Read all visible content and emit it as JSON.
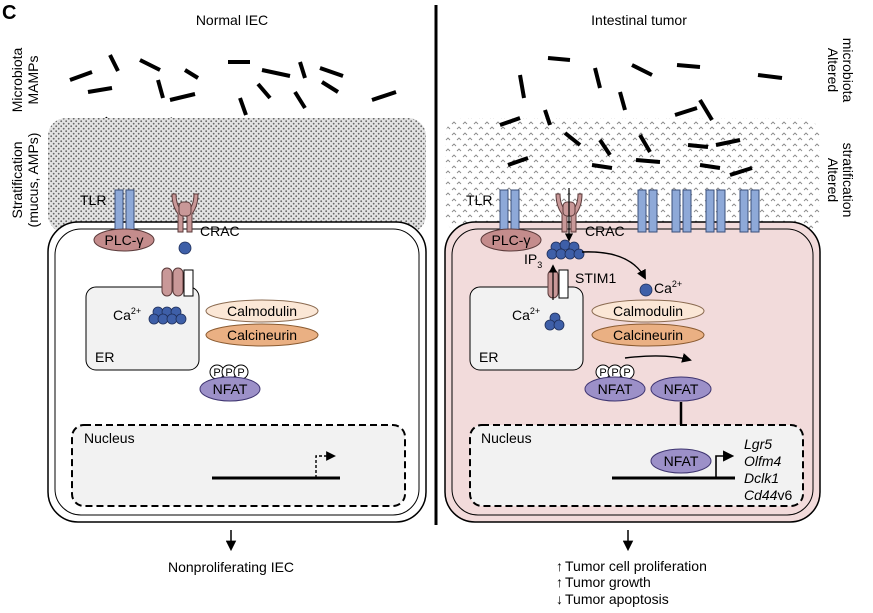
{
  "panel_letter": "C",
  "left": {
    "title": "Normal IEC",
    "side_label_microbiota": [
      "Microbiota",
      "MAMPs"
    ],
    "side_label_stratification": [
      "Stratification",
      "(mucus, AMPs)"
    ],
    "tlr": "TLR",
    "plc": "PLC-γ",
    "crac": "CRAC",
    "er": "ER",
    "ca_base": "Ca",
    "ca_sup": "2+",
    "calmodulin": "Calmodulin",
    "calcineurin": "Calcineurin",
    "phospho": "P",
    "nfat": "NFAT",
    "nucleus": "Nucleus",
    "outcome": "Nonproliferating IEC"
  },
  "right": {
    "title": "Intestinal tumor",
    "side_label_microbiota": [
      "Altered",
      "microbiota"
    ],
    "side_label_stratification": [
      "Altered",
      "stratification"
    ],
    "tlr": "TLR",
    "plc": "PLC-γ",
    "crac": "CRAC",
    "ip3_base": "IP",
    "ip3_sub": "3",
    "stim1": "STIM1",
    "er": "ER",
    "ca_base": "Ca",
    "ca_sup": "2+",
    "calmodulin": "Calmodulin",
    "calcineurin": "Calcineurin",
    "phospho": "P",
    "nfat": "NFAT",
    "nucleus": "Nucleus",
    "genes": [
      {
        "base": "Lgr5",
        "suffix": ""
      },
      {
        "base": "Olfm4",
        "suffix": ""
      },
      {
        "base": "Dclk1",
        "suffix": ""
      },
      {
        "base": "Cd44",
        "suffix": "v6"
      }
    ],
    "outcomes": [
      {
        "arrow": "↑",
        "text": "Tumor cell proliferation"
      },
      {
        "arrow": "↑",
        "text": "Tumor growth"
      },
      {
        "arrow": "↓",
        "text": "Tumor apoptosis"
      }
    ]
  },
  "colors": {
    "receptor_blue": "#8ea9d8",
    "crac_pink": "#c99898",
    "plc_fill": "#c48c8c",
    "ca_blue": "#3e5fa8",
    "calmodulin_fill": "#fbe7d6",
    "calcineurin_fill": "#eab083",
    "nfat_fill": "#9c90c8",
    "tumor_cell_fill": "#f2dbdb",
    "er_fill": "#f2f2f2"
  }
}
